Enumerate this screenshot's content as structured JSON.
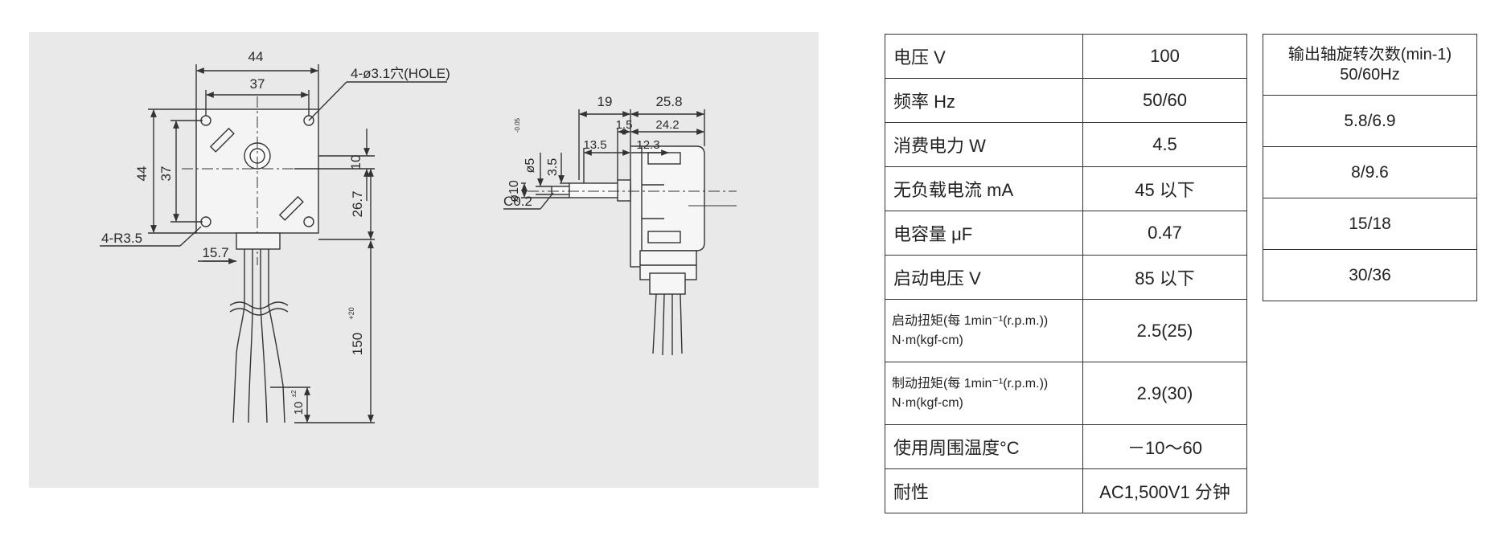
{
  "drawing": {
    "front": {
      "dim_width_outer": "44",
      "dim_width_inner": "37",
      "dim_height_outer": "44",
      "dim_height_inner": "37",
      "hole_note": "4-ø3.1穴(HOLE)",
      "radius_note": "4-R3.5",
      "dim_offset_10": "10",
      "dim_267": "26.7",
      "dim_157": "15.7",
      "dim_lead_length": "150",
      "dim_lead_tol": "+20",
      "dim_strip": "10",
      "dim_strip_tol": "±2"
    },
    "side": {
      "dim_19": "19",
      "dim_258": "25.8",
      "dim_15": "1.5",
      "dim_242": "24.2",
      "dim_135": "13.5",
      "dim_123": "12.3",
      "dim_shaft_d": "ø5",
      "dim_shaft_tol": "-0.05",
      "dim_35": "3.5",
      "dim_boss_d": "ø10",
      "dim_chamfer": "C0.2"
    }
  },
  "spec_table": {
    "rows": [
      {
        "label": "电压 V",
        "value": "100"
      },
      {
        "label": "频率 Hz",
        "value": "50/60"
      },
      {
        "label": "消费电力 W",
        "value": "4.5"
      },
      {
        "label": "无负载电流 mA",
        "value": "45 以下"
      },
      {
        "label": "电容量 μF",
        "value": "0.47"
      },
      {
        "label": "启动电压 V",
        "value": "85 以下"
      },
      {
        "label": "启动扭矩(每 1min⁻¹(r.p.m.))",
        "label2": "N·m(kgf-cm)",
        "value": "2.5(25)"
      },
      {
        "label": "制动扭矩(每 1min⁻¹(r.p.m.))",
        "label2": "N·m(kgf-cm)",
        "value": "2.9(30)"
      },
      {
        "label": "使用周围温度°C",
        "value": "－10～60"
      },
      {
        "label": "耐性",
        "value": "AC1,500V1 分钟"
      }
    ]
  },
  "speed_table": {
    "header_line1": "输出轴旋转次数(min-1)",
    "header_line2": "50/60Hz",
    "rows": [
      "5.8/6.9",
      "8/9.6",
      "15/18",
      "30/36"
    ]
  }
}
